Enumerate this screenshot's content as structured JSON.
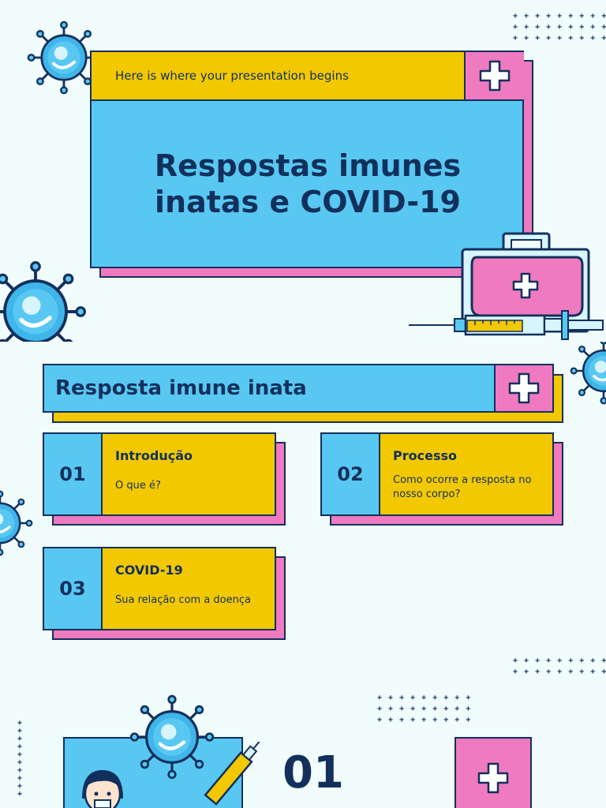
{
  "slide1": {
    "subtitle": "Here is where your presentation begins",
    "title_line1": "Respostas imunes",
    "title_line2": "inatas e COVID-19"
  },
  "slide2": {
    "heading": "Resposta imune inata",
    "sections": [
      {
        "number": "01",
        "title": "Introdução",
        "description": "O que é?"
      },
      {
        "number": "02",
        "title": "Processo",
        "description": "Como ocorre a resposta no nosso corpo?"
      },
      {
        "number": "03",
        "title": "COVID-19",
        "description": "Sua relação com a doença"
      }
    ]
  },
  "slide3": {
    "number": "01"
  },
  "colors": {
    "background": "#f1fcfd",
    "navy": "#13305c",
    "blue": "#58c8f2",
    "yellow": "#f2c800",
    "pink": "#ef7ac0"
  },
  "icons": [
    "virus-icon",
    "plus-icon",
    "first-aid-kit-icon",
    "syringe-icon",
    "doctor-avatar-icon"
  ]
}
